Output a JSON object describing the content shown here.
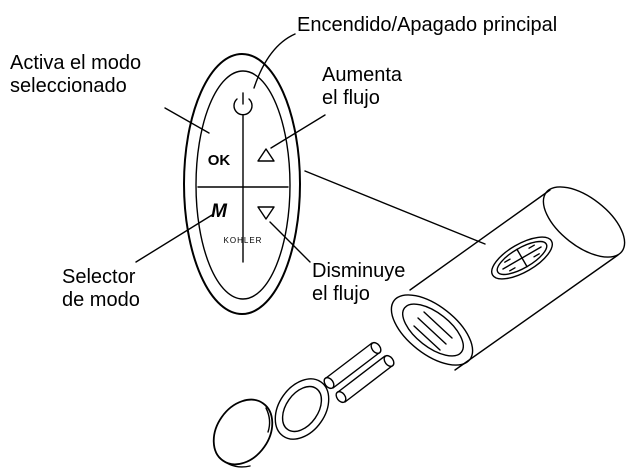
{
  "labels": {
    "power": "Encendido/Apagado principal",
    "activate": [
      "Activa el modo",
      "seleccionado"
    ],
    "increase": [
      "Aumenta",
      "el flujo"
    ],
    "mode_selector": [
      "Selector",
      "de modo"
    ],
    "decrease": [
      "Disminuye",
      "el flujo"
    ]
  },
  "remote": {
    "ok_label": "OK",
    "mode_label": "M",
    "brand": "KOHLER"
  },
  "icons": {
    "power": "power-icon",
    "up": "triangle-up-icon",
    "down": "triangle-down-icon",
    "battery": "battery-icon"
  },
  "colors": {
    "ink": "#000000",
    "background": "#ffffff"
  }
}
